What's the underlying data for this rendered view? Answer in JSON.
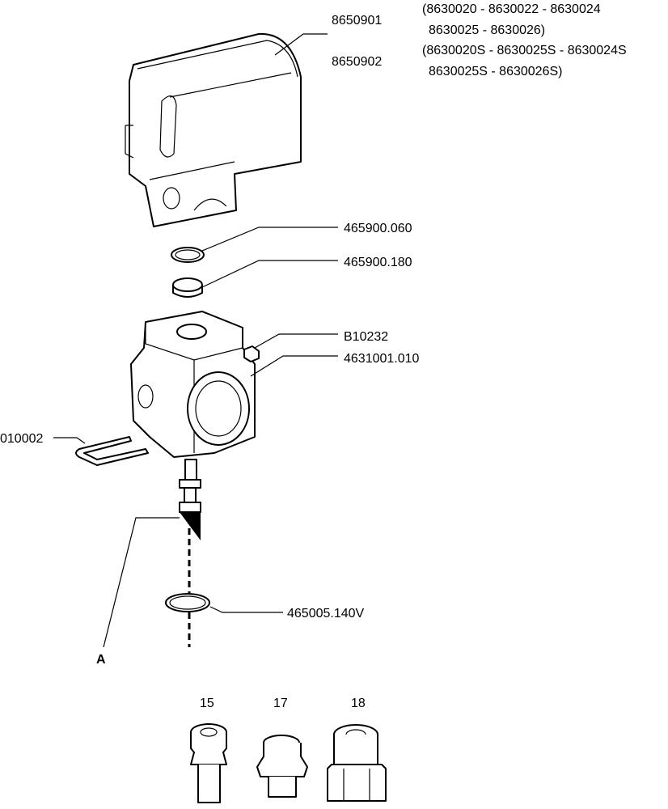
{
  "diagram": {
    "parts": {
      "cover_1": {
        "code": "8650901",
        "models_line1": "(8630020 - 8630022 - 8630024",
        "models_line2": "8630025 - 8630026)"
      },
      "cover_2": {
        "code": "8650902",
        "models_line1": "(8630020S - 8630025S - 8630024S",
        "models_line2": "8630025S - 8630026S)"
      },
      "oring_top": "465900.060",
      "seal": "465900.180",
      "nut": "B10232",
      "body": "4631001.010",
      "pin": "010002",
      "oring_bottom": "465005.140V",
      "detail_a": "A"
    },
    "fittings": [
      "15",
      "17",
      "18"
    ]
  }
}
